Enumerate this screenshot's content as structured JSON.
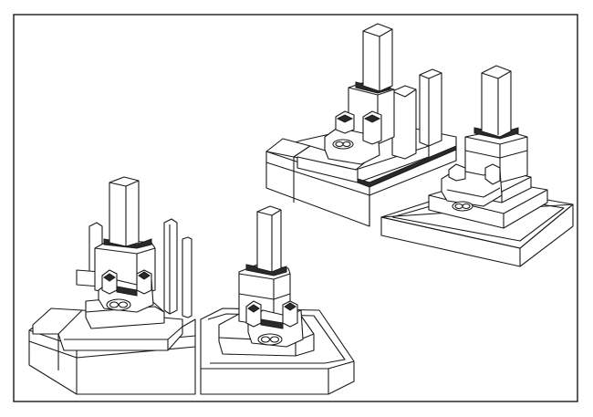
{
  "figure": {
    "items": [
      {
        "name": "grave-front-left"
      },
      {
        "name": "grave-front-right"
      },
      {
        "name": "grave-back-left"
      },
      {
        "name": "grave-back-right"
      }
    ]
  }
}
